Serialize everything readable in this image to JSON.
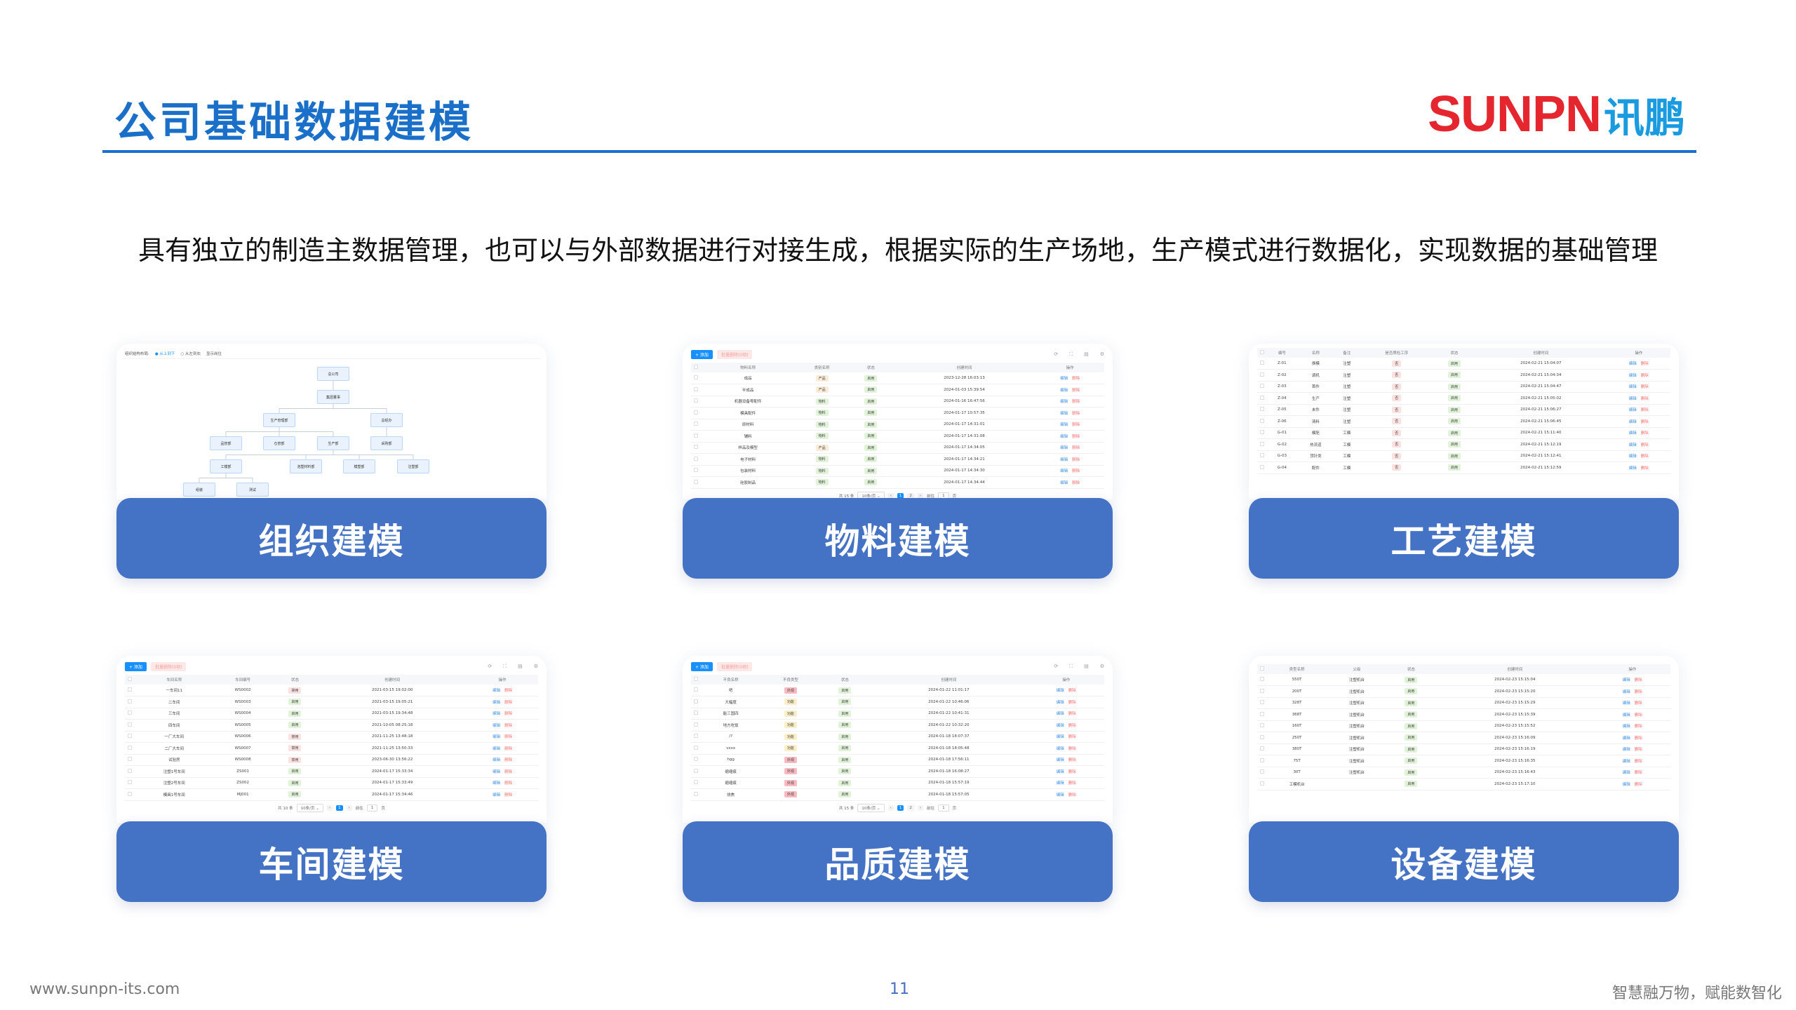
{
  "header": {
    "title": "公司基础数据建模",
    "logo_en": "SUNPN",
    "logo_cn": "讯鹏"
  },
  "subtitle": "具有独立的制造主数据管理，也可以与外部数据进行对接生成，根据实际的生产场地，生产模式进行数据化，实现数据的基础管理",
  "colors": {
    "accent": "#1a6fd4",
    "label_bg": "#4472c4",
    "logo_red": "#e5262f",
    "logo_blue": "#1a9be0"
  },
  "toolbar": {
    "add": "+ 添加",
    "batch_delete": "批量删除(0项)",
    "icons": [
      "refresh-icon",
      "fullscreen-icon",
      "export-icon",
      "settings-icon"
    ]
  },
  "actions": {
    "edit": "编辑",
    "delete": "删除"
  },
  "tag_colors": {
    "启用": "#e1f3d8",
    "禁用": "#fde2e2",
    "产品": "#faecd8",
    "物料": "#e1f3d8",
    "否": "#fde2e2",
    "外观": "#f8b9c0",
    "功能": "#fbefc8"
  },
  "cards": {
    "org": {
      "label": "组织建模",
      "layout_label": "组织结构布局:",
      "options": [
        "从上到下",
        "从左到右",
        "显示岗位"
      ],
      "nodes": [
        "总公司",
        "集团董事",
        "生产管理部",
        "总经办",
        "品管部",
        "仓管部",
        "生产部",
        "采购部",
        "工模部",
        "泡塑材料部",
        "模塑部",
        "注塑部",
        "组装",
        "测试"
      ]
    },
    "materials": {
      "label": "物料建模",
      "columns": [
        "物料名称",
        "类别名称",
        "状态",
        "创建时间",
        "操作"
      ],
      "types": [
        "text",
        "tag",
        "tag",
        "text",
        "actions"
      ],
      "rows": [
        [
          "成品",
          "产品",
          "启用",
          "2023-12-28 16:03:13"
        ],
        [
          "半成品",
          "产品",
          "启用",
          "2024-01-03 15:39:54"
        ],
        [
          "机器设备零配件",
          "物料",
          "启用",
          "2024-01-16 16:47:56"
        ],
        [
          "模具配件",
          "物料",
          "启用",
          "2024-01-17 10:57:35"
        ],
        [
          "原材料",
          "物料",
          "启用",
          "2024-01-17 14:31:01"
        ],
        [
          "辅料",
          "物料",
          "启用",
          "2024-01-17 14:31:08"
        ],
        [
          "样品及模型",
          "产品",
          "启用",
          "2024-01-17 14:34:05"
        ],
        [
          "电子材料",
          "物料",
          "启用",
          "2024-01-17 14:34:21"
        ],
        [
          "包装材料",
          "物料",
          "启用",
          "2024-01-17 14:34:30"
        ],
        [
          "硅胶制品",
          "物料",
          "启用",
          "2024-01-17 14:34:44"
        ]
      ],
      "pager": {
        "total": "共 15 条",
        "size": "10条/页",
        "pages": [
          "1",
          "2"
        ],
        "goto": "前往",
        "page": "1",
        "unit": "页"
      }
    },
    "process": {
      "label": "工艺建模",
      "columns": [
        "编号",
        "名称",
        "备注",
        "是否质检工序",
        "状态",
        "创建时间",
        "操作"
      ],
      "types": [
        "text",
        "text",
        "text",
        "tag",
        "tag",
        "text",
        "actions"
      ],
      "rows": [
        [
          "Z-01",
          "换模",
          "注塑",
          "否",
          "启用",
          "2024-02-21 15:04:07"
        ],
        [
          "Z-02",
          "调机",
          "注塑",
          "否",
          "启用",
          "2024-02-21 15:04:34"
        ],
        [
          "Z-03",
          "首件",
          "注塑",
          "否",
          "启用",
          "2024-02-21 15:04:47"
        ],
        [
          "Z-04",
          "生产",
          "注塑",
          "否",
          "启用",
          "2024-02-21 15:05:02"
        ],
        [
          "Z-05",
          "末件",
          "注塑",
          "否",
          "启用",
          "2024-02-21 15:06:27"
        ],
        [
          "Z-06",
          "清料",
          "注塑",
          "否",
          "启用",
          "2024-02-21 15:06:45"
        ],
        [
          "G-01",
          "模胚",
          "工模",
          "否",
          "启用",
          "2024-02-21 15:11:40"
        ],
        [
          "G-02",
          "热流道",
          "工模",
          "否",
          "启用",
          "2024-02-21 15:12:19"
        ],
        [
          "G-03",
          "顶针类",
          "工模",
          "否",
          "启用",
          "2024-02-21 15:12:41"
        ],
        [
          "G-04",
          "配件",
          "工模",
          "否",
          "启用",
          "2024-02-21 15:12:59"
        ]
      ]
    },
    "workshop": {
      "label": "车间建模",
      "columns": [
        "车间名称",
        "车间编号",
        "状态",
        "创建时间",
        "操作"
      ],
      "types": [
        "text",
        "text",
        "tag",
        "text",
        "actions"
      ],
      "rows": [
        [
          "一车间11",
          "WS0002",
          "禁用",
          "2021-03-15 19:02:00"
        ],
        [
          "二车间",
          "WS0003",
          "启用",
          "2021-03-15 19:05:21"
        ],
        [
          "三车间",
          "WS0004",
          "启用",
          "2021-03-15 19:34:48"
        ],
        [
          "四车间",
          "WS0005",
          "启用",
          "2021-10-05 08:25:18"
        ],
        [
          "一厂大车间",
          "WS0006",
          "禁用",
          "2021-11-25 13:48:18"
        ],
        [
          "二厂大车间",
          "WS0007",
          "禁用",
          "2021-11-25 13:50:33"
        ],
        [
          "试验房",
          "WS0008",
          "禁用",
          "2023-06-30 13:56:22"
        ],
        [
          "注塑1号车间",
          "ZS001",
          "启用",
          "2024-01-17 15:33:34"
        ],
        [
          "注塑2号车间",
          "ZS002",
          "启用",
          "2024-01-17 15:33:49"
        ],
        [
          "模具1号车间",
          "MJ001",
          "启用",
          "2024-01-17 15:34:46"
        ]
      ],
      "pager": {
        "total": "共 10 条",
        "size": "10条/页",
        "pages": [
          "1"
        ],
        "goto": "前往",
        "page": "1",
        "unit": "页"
      }
    },
    "quality": {
      "label": "品质建模",
      "columns": [
        "不良名称",
        "不良类型",
        "状态",
        "创建时间",
        "操作"
      ],
      "types": [
        "text",
        "tag",
        "tag",
        "text",
        "actions"
      ],
      "rows": [
        [
          "吧",
          "外观",
          "启用",
          "2024-01-22 11:01:17"
        ],
        [
          "大幅度",
          "功能",
          "启用",
          "2024-01-22 10:46:06"
        ],
        [
          "能三国四",
          "功能",
          "启用",
          "2024-01-22 10:41:31"
        ],
        [
          "地方吃饭",
          "功能",
          "启用",
          "2024-01-22 10:32:20"
        ],
        [
          "/?",
          "功能",
          "启用",
          "2024-01-18 18:07:37"
        ],
        [
          "vxxx",
          "功能",
          "启用",
          "2024-01-18 18:05:48"
        ],
        [
          "hgg",
          "外观",
          "启用",
          "2024-01-18 17:56:11"
        ],
        [
          "缩缩痕",
          "外观",
          "启用",
          "2024-01-18 16:08:27"
        ],
        [
          "缩缩痕",
          "外观",
          "启用",
          "2024-01-18 15:57:19"
        ],
        [
          "烧焦",
          "外观",
          "启用",
          "2024-01-18 15:57:05"
        ]
      ],
      "pager": {
        "total": "共 15 条",
        "size": "10条/页",
        "pages": [
          "1",
          "2"
        ],
        "goto": "前往",
        "page": "1",
        "unit": "页"
      }
    },
    "equipment": {
      "label": "设备建模",
      "columns": [
        "类型名称",
        "父级",
        "状态",
        "创建时间",
        "操作"
      ],
      "types": [
        "text",
        "text",
        "tag",
        "text",
        "actions"
      ],
      "rows": [
        [
          "550T",
          "注塑机台",
          "启用",
          "2024-02-23 15:15:04"
        ],
        [
          "200T",
          "注塑机台",
          "启用",
          "2024-02-23 15:15:20"
        ],
        [
          "328T",
          "注塑机台",
          "启用",
          "2024-02-23 15:15:29"
        ],
        [
          "368T",
          "注塑机台",
          "启用",
          "2024-02-23 15:15:39"
        ],
        [
          "160T",
          "注塑机台",
          "启用",
          "2024-02-23 15:15:52"
        ],
        [
          "250T",
          "注塑机台",
          "启用",
          "2024-02-23 15:16:09"
        ],
        [
          "380T",
          "注塑机台",
          "启用",
          "2024-02-23 15:16:19"
        ],
        [
          "75T",
          "注塑机台",
          "启用",
          "2024-02-23 15:16:35"
        ],
        [
          "30T",
          "注塑机台",
          "启用",
          "2024-02-23 15:16:43"
        ],
        [
          "工模机台",
          "",
          "启用",
          "2024-02-23 15:17:10"
        ]
      ]
    }
  },
  "footer": {
    "url": "www.sunpn-its.com",
    "page": "11",
    "slogan": "智慧融万物，赋能数智化"
  }
}
